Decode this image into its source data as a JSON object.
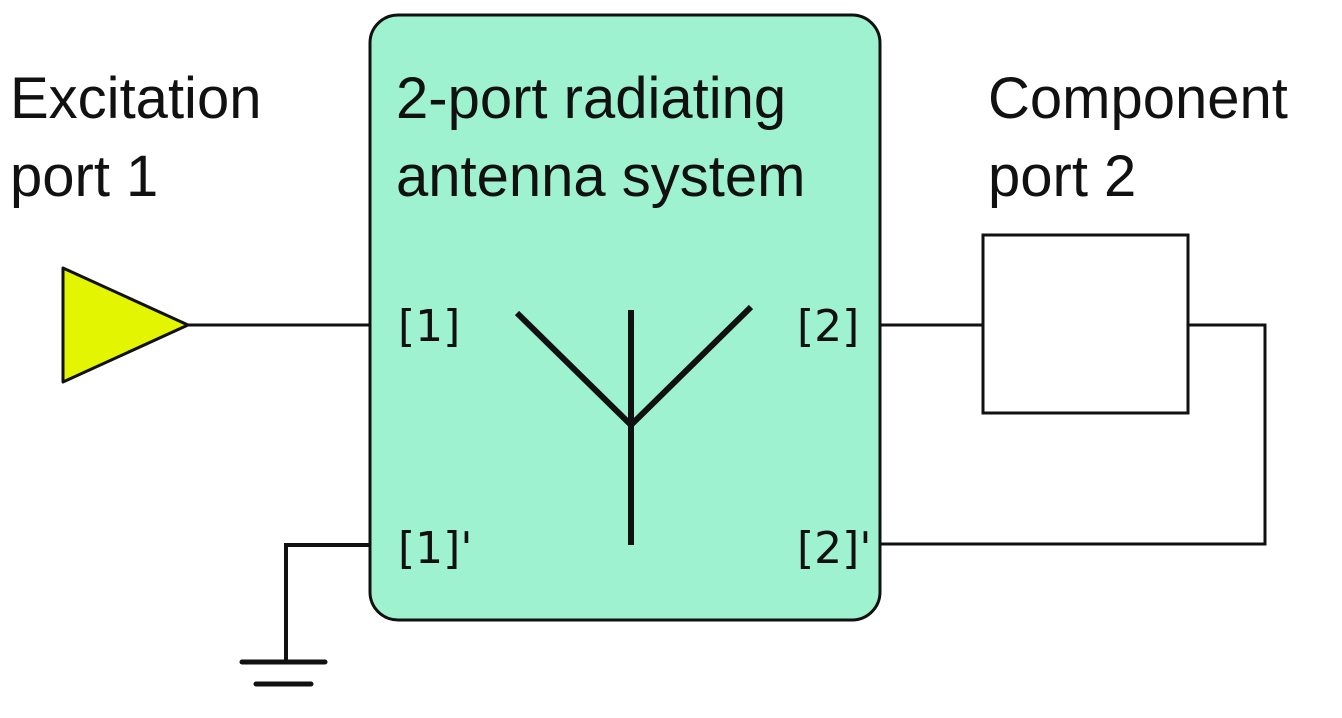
{
  "labels": {
    "excitation_line1": "Excitation",
    "excitation_line2": "port 1",
    "system_line1": "2-port radiating",
    "system_line2": "antenna system",
    "component_line1": "Component",
    "component_line2": "port 2"
  },
  "ports": {
    "p1": "[1]",
    "p1_prime": "[1]'",
    "p2": "[2]",
    "p2_prime": "[2]'"
  },
  "colors": {
    "system_fill": "#9ff2cf",
    "source_fill": "#e3f500",
    "line": "#111111"
  }
}
